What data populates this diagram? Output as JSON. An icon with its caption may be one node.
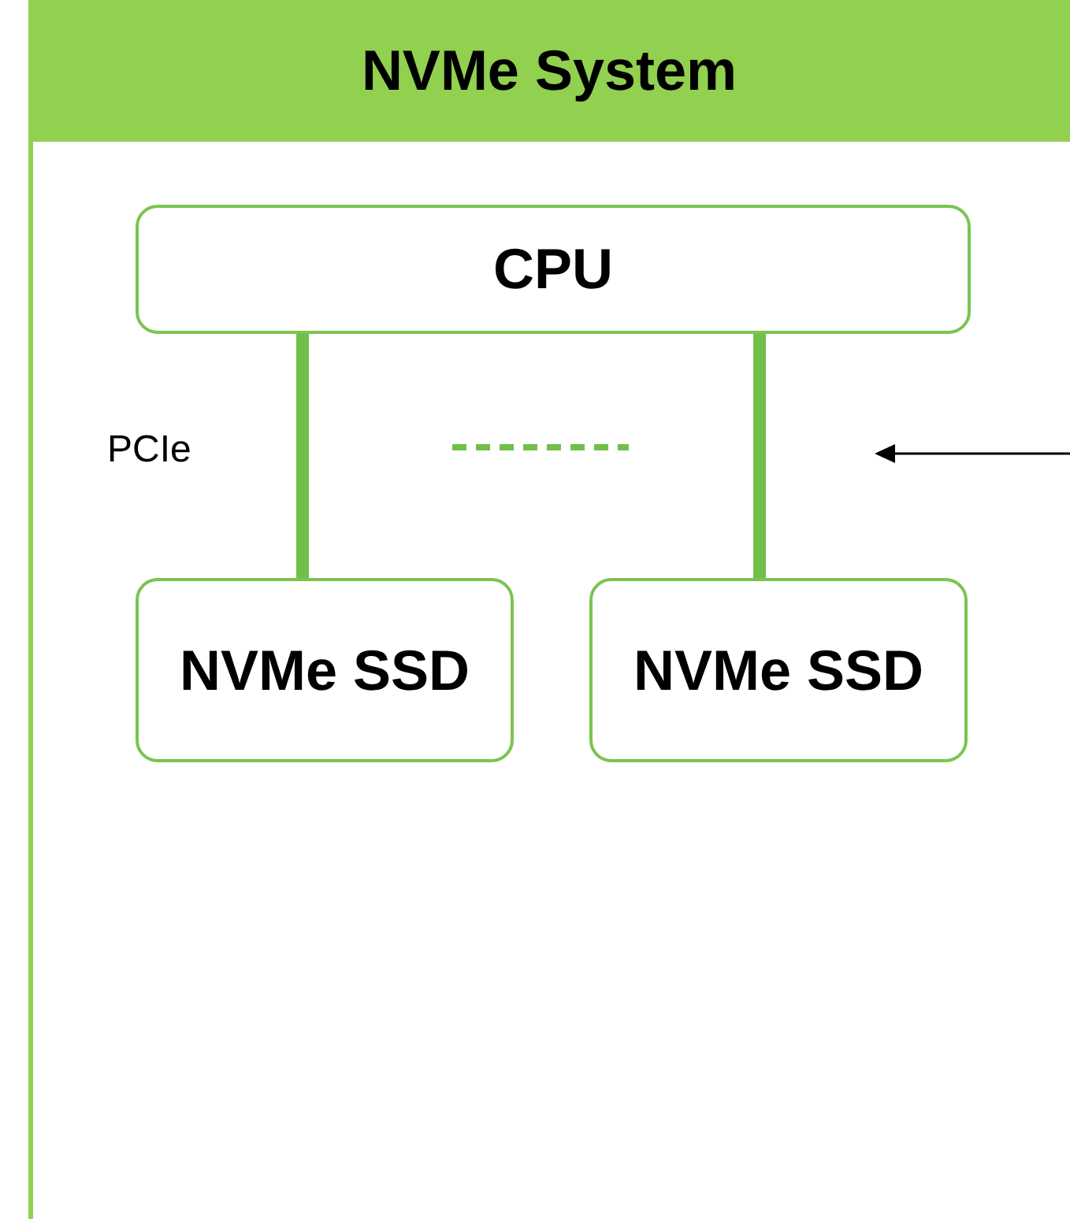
{
  "diagram": {
    "nodes": [
      {
        "text": [
          "NVMe System"
        ]
      },
      {
        "text": [
          "CPU"
        ],
        "in": 0
      },
      {
        "text": [
          "NVMe SSD"
        ],
        "in": 0
      },
      {
        "text": [
          "NVMe SSD"
        ],
        "in": 0
      }
    ],
    "edges": [
      {
        "from": 1,
        "to": 2,
        "arrow": "none"
      },
      {
        "from": 1,
        "to": 3,
        "arrow": "none"
      }
    ],
    "labels": [
      "PCIe"
    ]
  }
}
